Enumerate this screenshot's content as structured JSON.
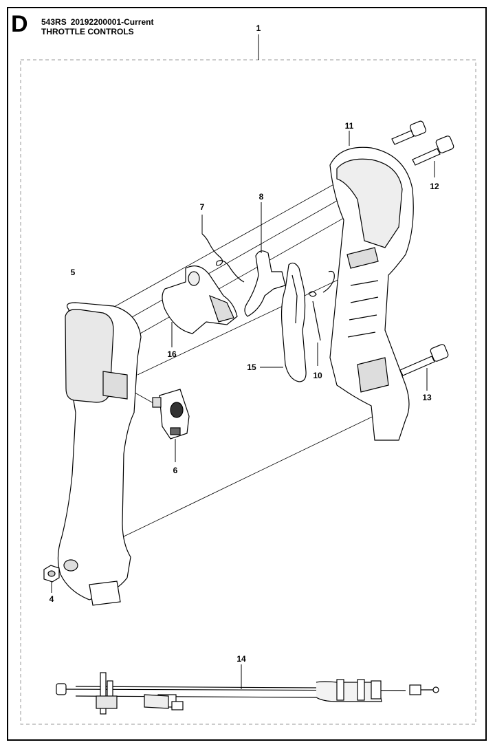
{
  "header": {
    "section_letter": "D",
    "model": "543RS",
    "part_number": "20192200001-Current",
    "title": "THROTTLE CONTROLS"
  },
  "callouts": [
    {
      "id": "c1",
      "label": "1"
    },
    {
      "id": "c4",
      "label": "4"
    },
    {
      "id": "c5",
      "label": "5"
    },
    {
      "id": "c6",
      "label": "6"
    },
    {
      "id": "c7",
      "label": "7"
    },
    {
      "id": "c8",
      "label": "8"
    },
    {
      "id": "c10",
      "label": "10"
    },
    {
      "id": "c11",
      "label": "11"
    },
    {
      "id": "c12",
      "label": "12"
    },
    {
      "id": "c13",
      "label": "13"
    },
    {
      "id": "c14",
      "label": "14"
    },
    {
      "id": "c15",
      "label": "15"
    },
    {
      "id": "c16",
      "label": "16"
    }
  ]
}
